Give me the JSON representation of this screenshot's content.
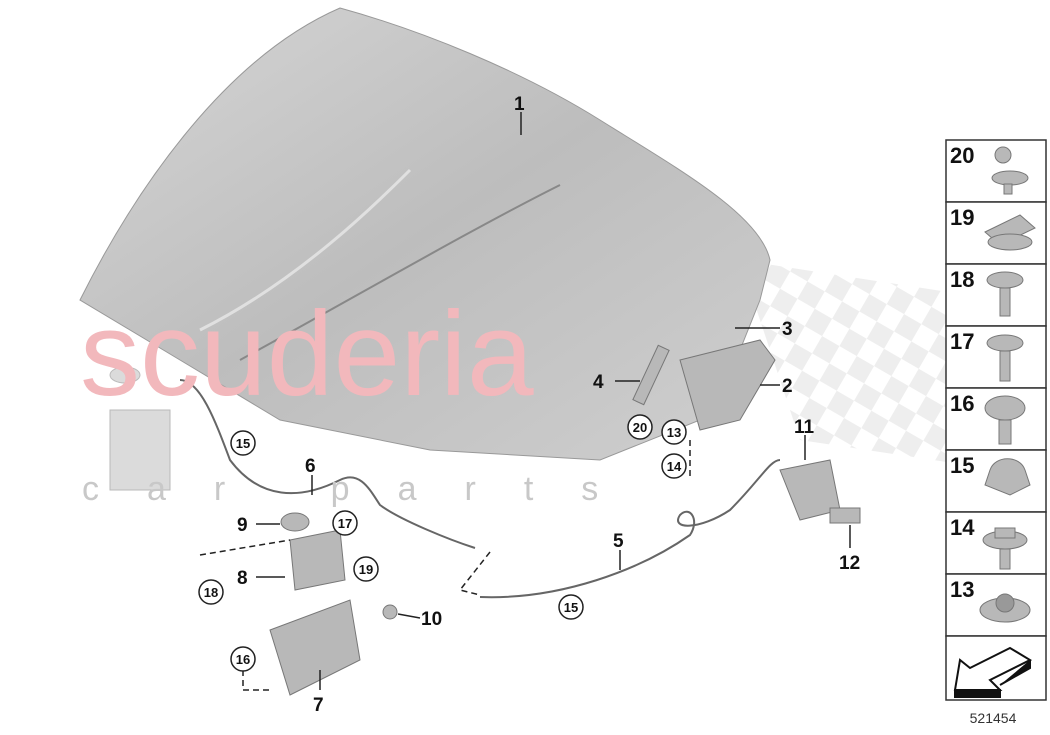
{
  "diagram_id": "521454",
  "watermark": {
    "main": "scuderia",
    "sub": "car parts"
  },
  "callouts": [
    "1",
    "2",
    "3",
    "4",
    "5",
    "6",
    "7",
    "8",
    "9",
    "10",
    "11",
    "12"
  ],
  "circled_callouts": [
    "15",
    "20",
    "13",
    "14",
    "17",
    "19",
    "18",
    "15",
    "16"
  ],
  "parts_panel": [
    "20",
    "19",
    "18",
    "17",
    "16",
    "15",
    "14",
    "13"
  ],
  "colors": {
    "hood": "#c4c4c4",
    "watermark": "#f2b8bc"
  }
}
